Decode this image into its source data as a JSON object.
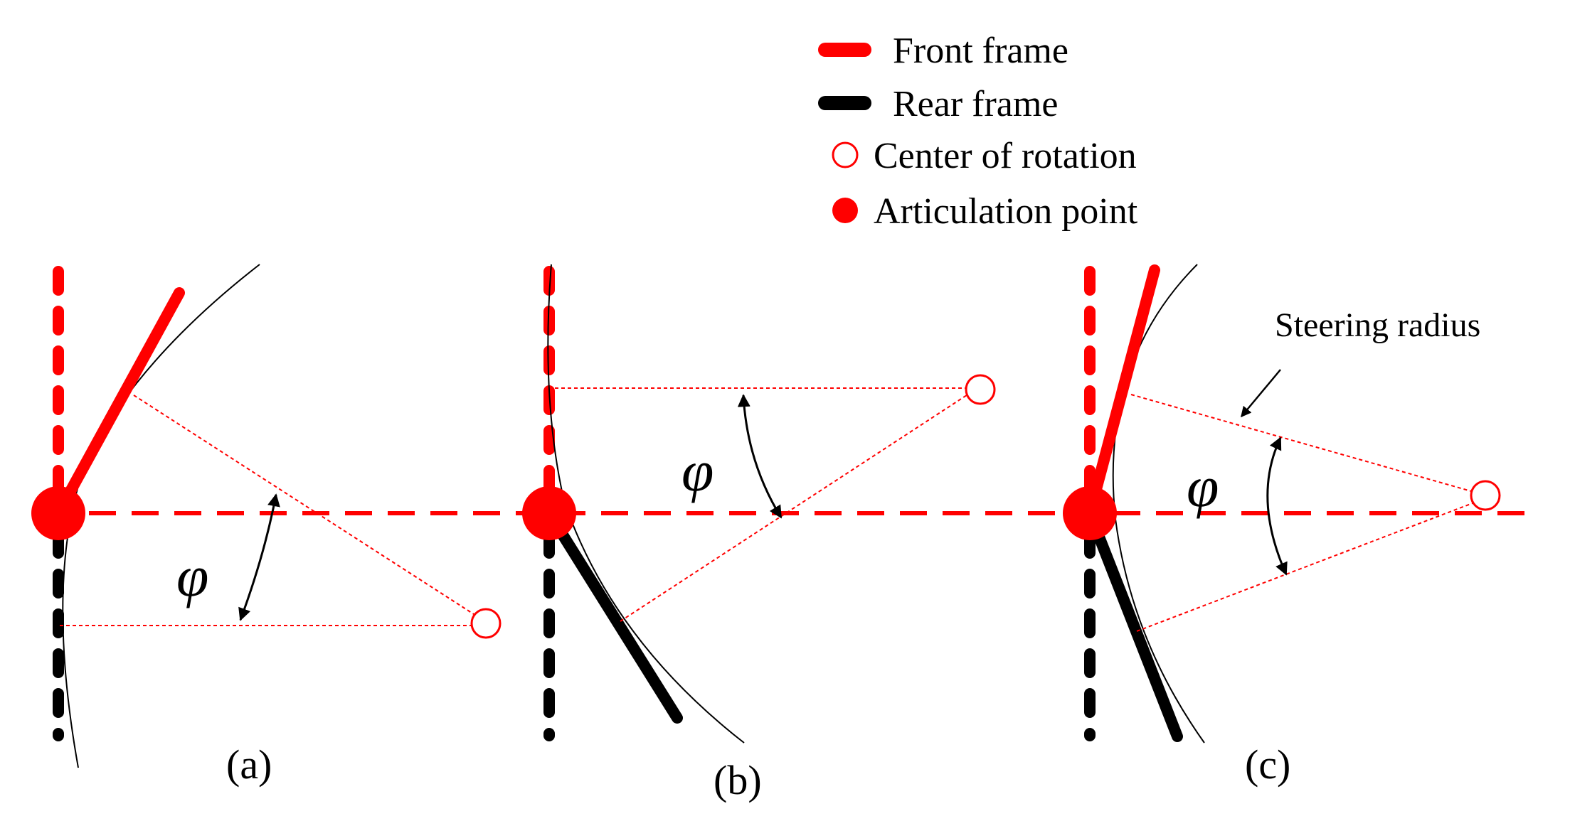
{
  "legend": {
    "front_frame": "Front frame",
    "rear_frame": "Rear frame",
    "center_of_rotation": "Center of rotation",
    "articulation_point": "Articulation point"
  },
  "panels": {
    "a": {
      "label": "(a)",
      "angle_symbol": "φ"
    },
    "b": {
      "label": "(b)",
      "angle_symbol": "φ"
    },
    "c": {
      "label": "(c)",
      "angle_symbol": "φ",
      "callout": "Steering radius"
    }
  },
  "colors": {
    "front_frame": "#ff0000",
    "rear_frame": "#000000",
    "guide_line": "#ff0000",
    "construction_line": "#ff0000",
    "path_curve": "#000000"
  },
  "icons": [
    "front-frame-swatch-icon",
    "rear-frame-swatch-icon",
    "open-circle-icon",
    "filled-circle-icon",
    "double-arrow-icon"
  ]
}
